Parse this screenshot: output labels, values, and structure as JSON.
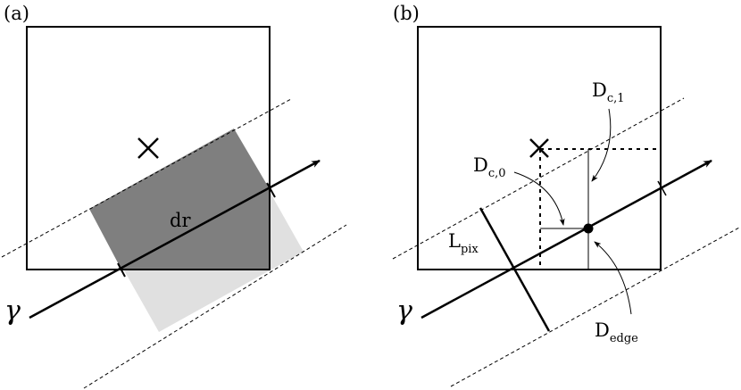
{
  "panels": [
    {
      "tag": "(a)",
      "ray_symbol": "γ",
      "segment_label": "dr"
    },
    {
      "tag": "(b)",
      "ray_symbol": "γ",
      "labels": {
        "dc1_main": "D",
        "dc1_sub": "c,1",
        "dc0_main": "D",
        "dc0_sub": "c,0",
        "lpix_main": "L",
        "lpix_sub": "pix",
        "dedge_main": "D",
        "dedge_sub": "edge"
      }
    }
  ],
  "colors": {
    "stroke": "#000000",
    "intersection_fill": "#7f7f7f",
    "footprint_fill": "#e0e0e0",
    "background": "#ffffff"
  }
}
